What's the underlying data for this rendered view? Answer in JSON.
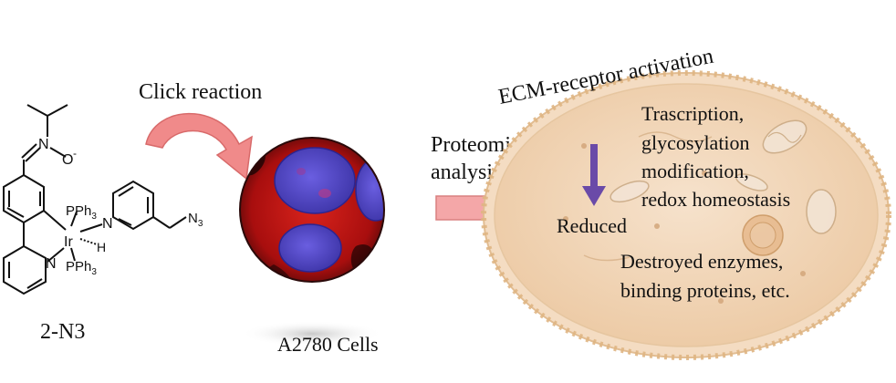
{
  "molecule": {
    "label": "2-N3",
    "atoms": {
      "n_oxide": "N",
      "oxygen": "O",
      "charge": "-",
      "ligand_top": "PPh",
      "ligand_bottom": "PPh",
      "subscript": "3",
      "metal": "Ir",
      "hydride": "H",
      "pyridine_left_n": "N",
      "pyridine_right_n": "N",
      "azide": "N",
      "azide_sub": "3"
    }
  },
  "steps": {
    "click_reaction": "Click reaction",
    "proteomic_line1": "Proteomic",
    "proteomic_line2": "analysis"
  },
  "cells_label": "A2780 Cells",
  "cell_panel": {
    "title": "ECM-receptor activation",
    "reduced_items": [
      "Trascription,",
      "glycosylation",
      "modification,",
      "redox homeostasis"
    ],
    "reduced_label": "Reduced",
    "destroyed_items": [
      "Destroyed enzymes,",
      "binding proteins, etc."
    ]
  },
  "colors": {
    "curved_arrow": "#f08a8a",
    "proteomic_arrow": "#f4a7a8",
    "down_arrow": "#6a4aa8",
    "cell_fill": "#f1d7bd",
    "membrane": "#e8c79f",
    "nucleus": "#5a4fd0",
    "cytoplasm": "#c81414"
  }
}
